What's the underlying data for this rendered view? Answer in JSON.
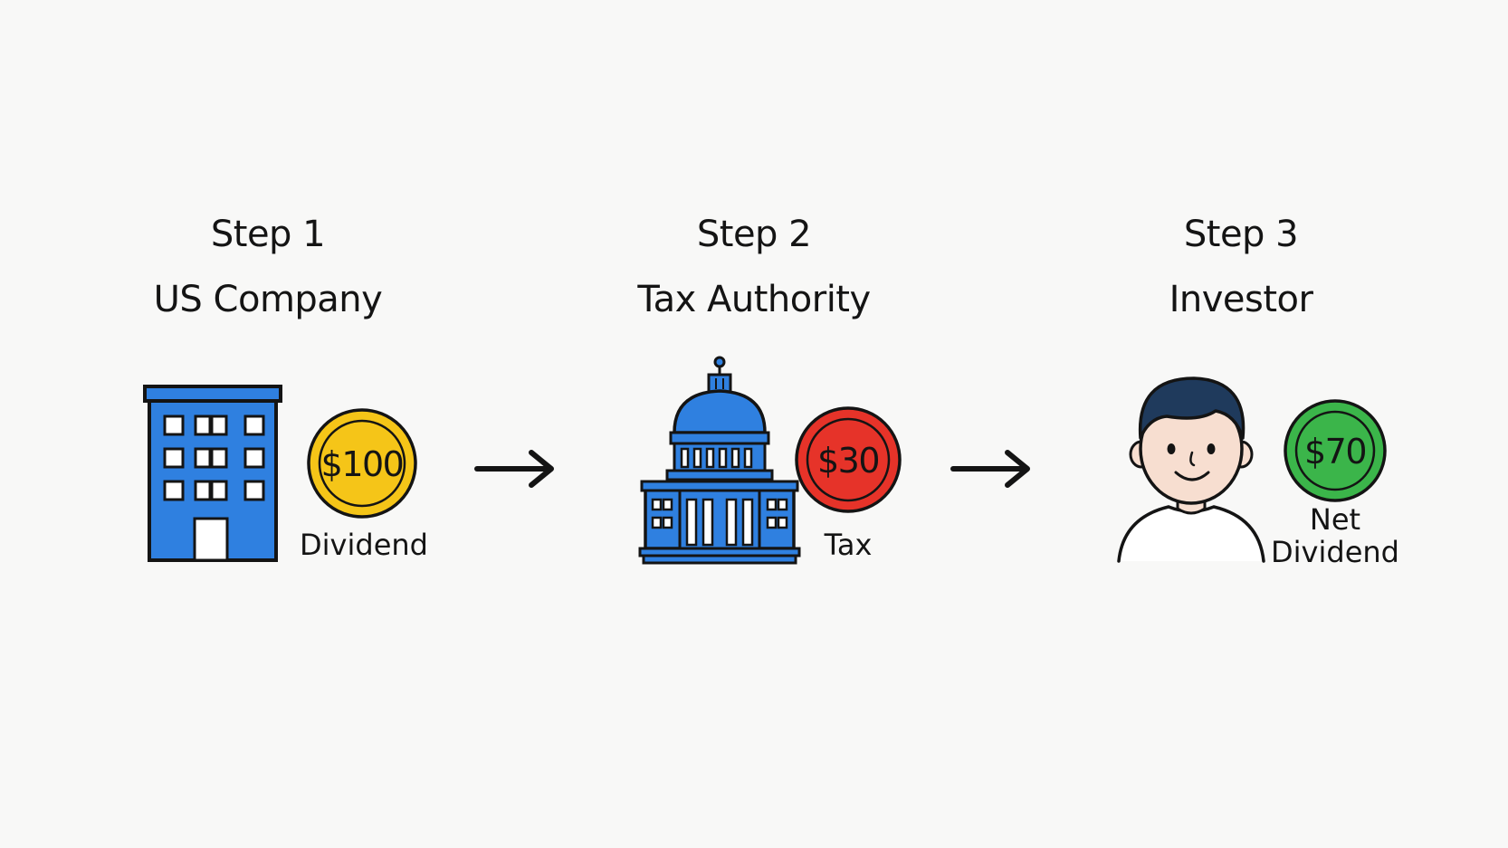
{
  "steps": [
    {
      "step_label": "Step 1",
      "title": "US Company",
      "icon": "office-building-icon",
      "coin": {
        "amount": "$100",
        "caption": "Dividend",
        "color": "#f5c518",
        "ring": "#e0a800"
      }
    },
    {
      "step_label": "Step 2",
      "title": "Tax Authority",
      "icon": "capitol-building-icon",
      "coin": {
        "amount": "$30",
        "caption": "Tax",
        "color": "#e63329",
        "ring": "#c41f17"
      }
    },
    {
      "step_label": "Step 3",
      "title": "Investor",
      "icon": "person-icon",
      "coin": {
        "amount": "$70",
        "caption_line1": "Net",
        "caption_line2": "Dividend",
        "color": "#3bb54a",
        "ring": "#23963a"
      }
    }
  ],
  "arrows": [
    "arrow-right-icon",
    "arrow-right-icon"
  ],
  "colors": {
    "building_blue": "#2f80e0",
    "outline": "#141414",
    "background": "#f8f8f7",
    "skin": "#f7ded0",
    "hair": "#1f3a5c"
  }
}
